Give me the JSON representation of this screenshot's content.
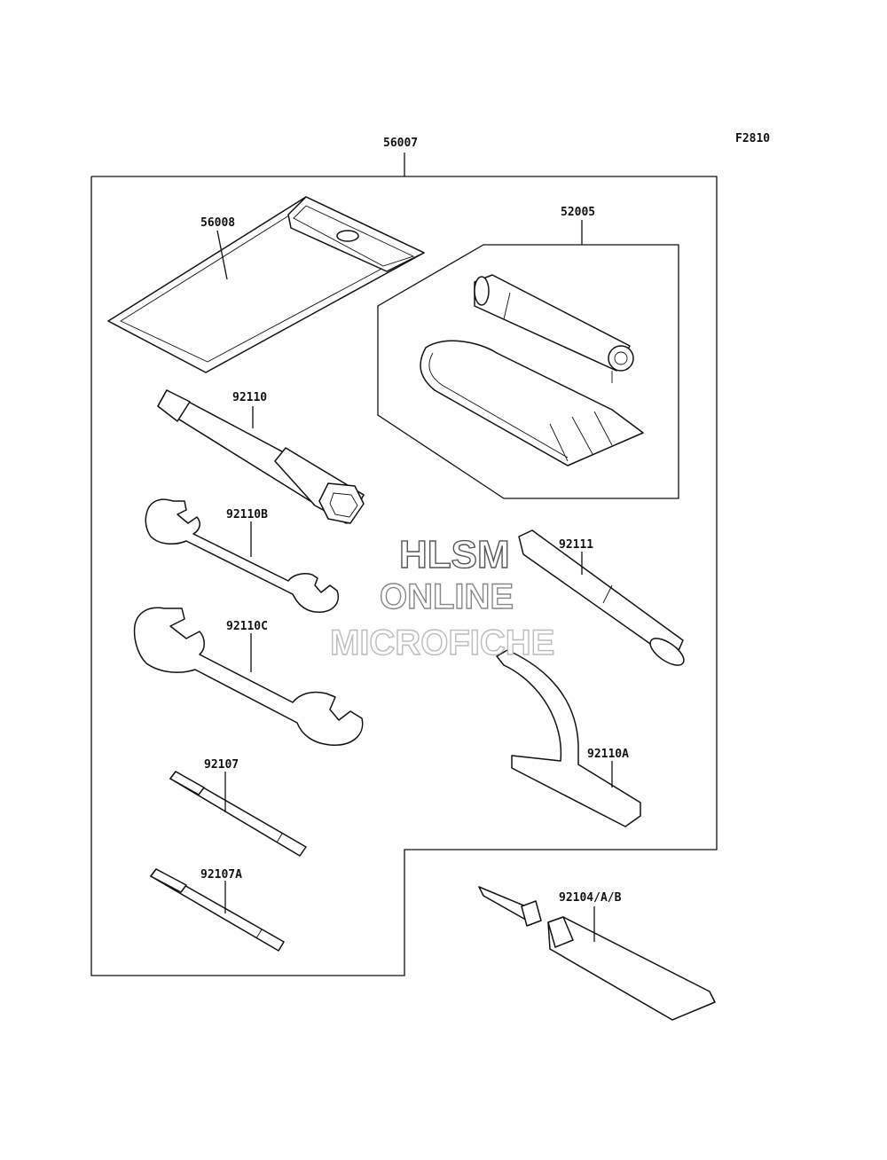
{
  "figure_code": "F2810",
  "callouts": {
    "kit": "56007",
    "case": "56008",
    "pump_kit": "52005",
    "plug_wrench": "92110",
    "wrench_b": "92110B",
    "wrench_c": "92110C",
    "driver": "92107",
    "driver_a": "92107A",
    "handle": "92111",
    "hook_wrench": "92110A",
    "repair_kit": "92104/A/B"
  },
  "watermark": {
    "line1": "HLSM",
    "line2": "ONLINE",
    "line3": "MICROFICHE"
  }
}
